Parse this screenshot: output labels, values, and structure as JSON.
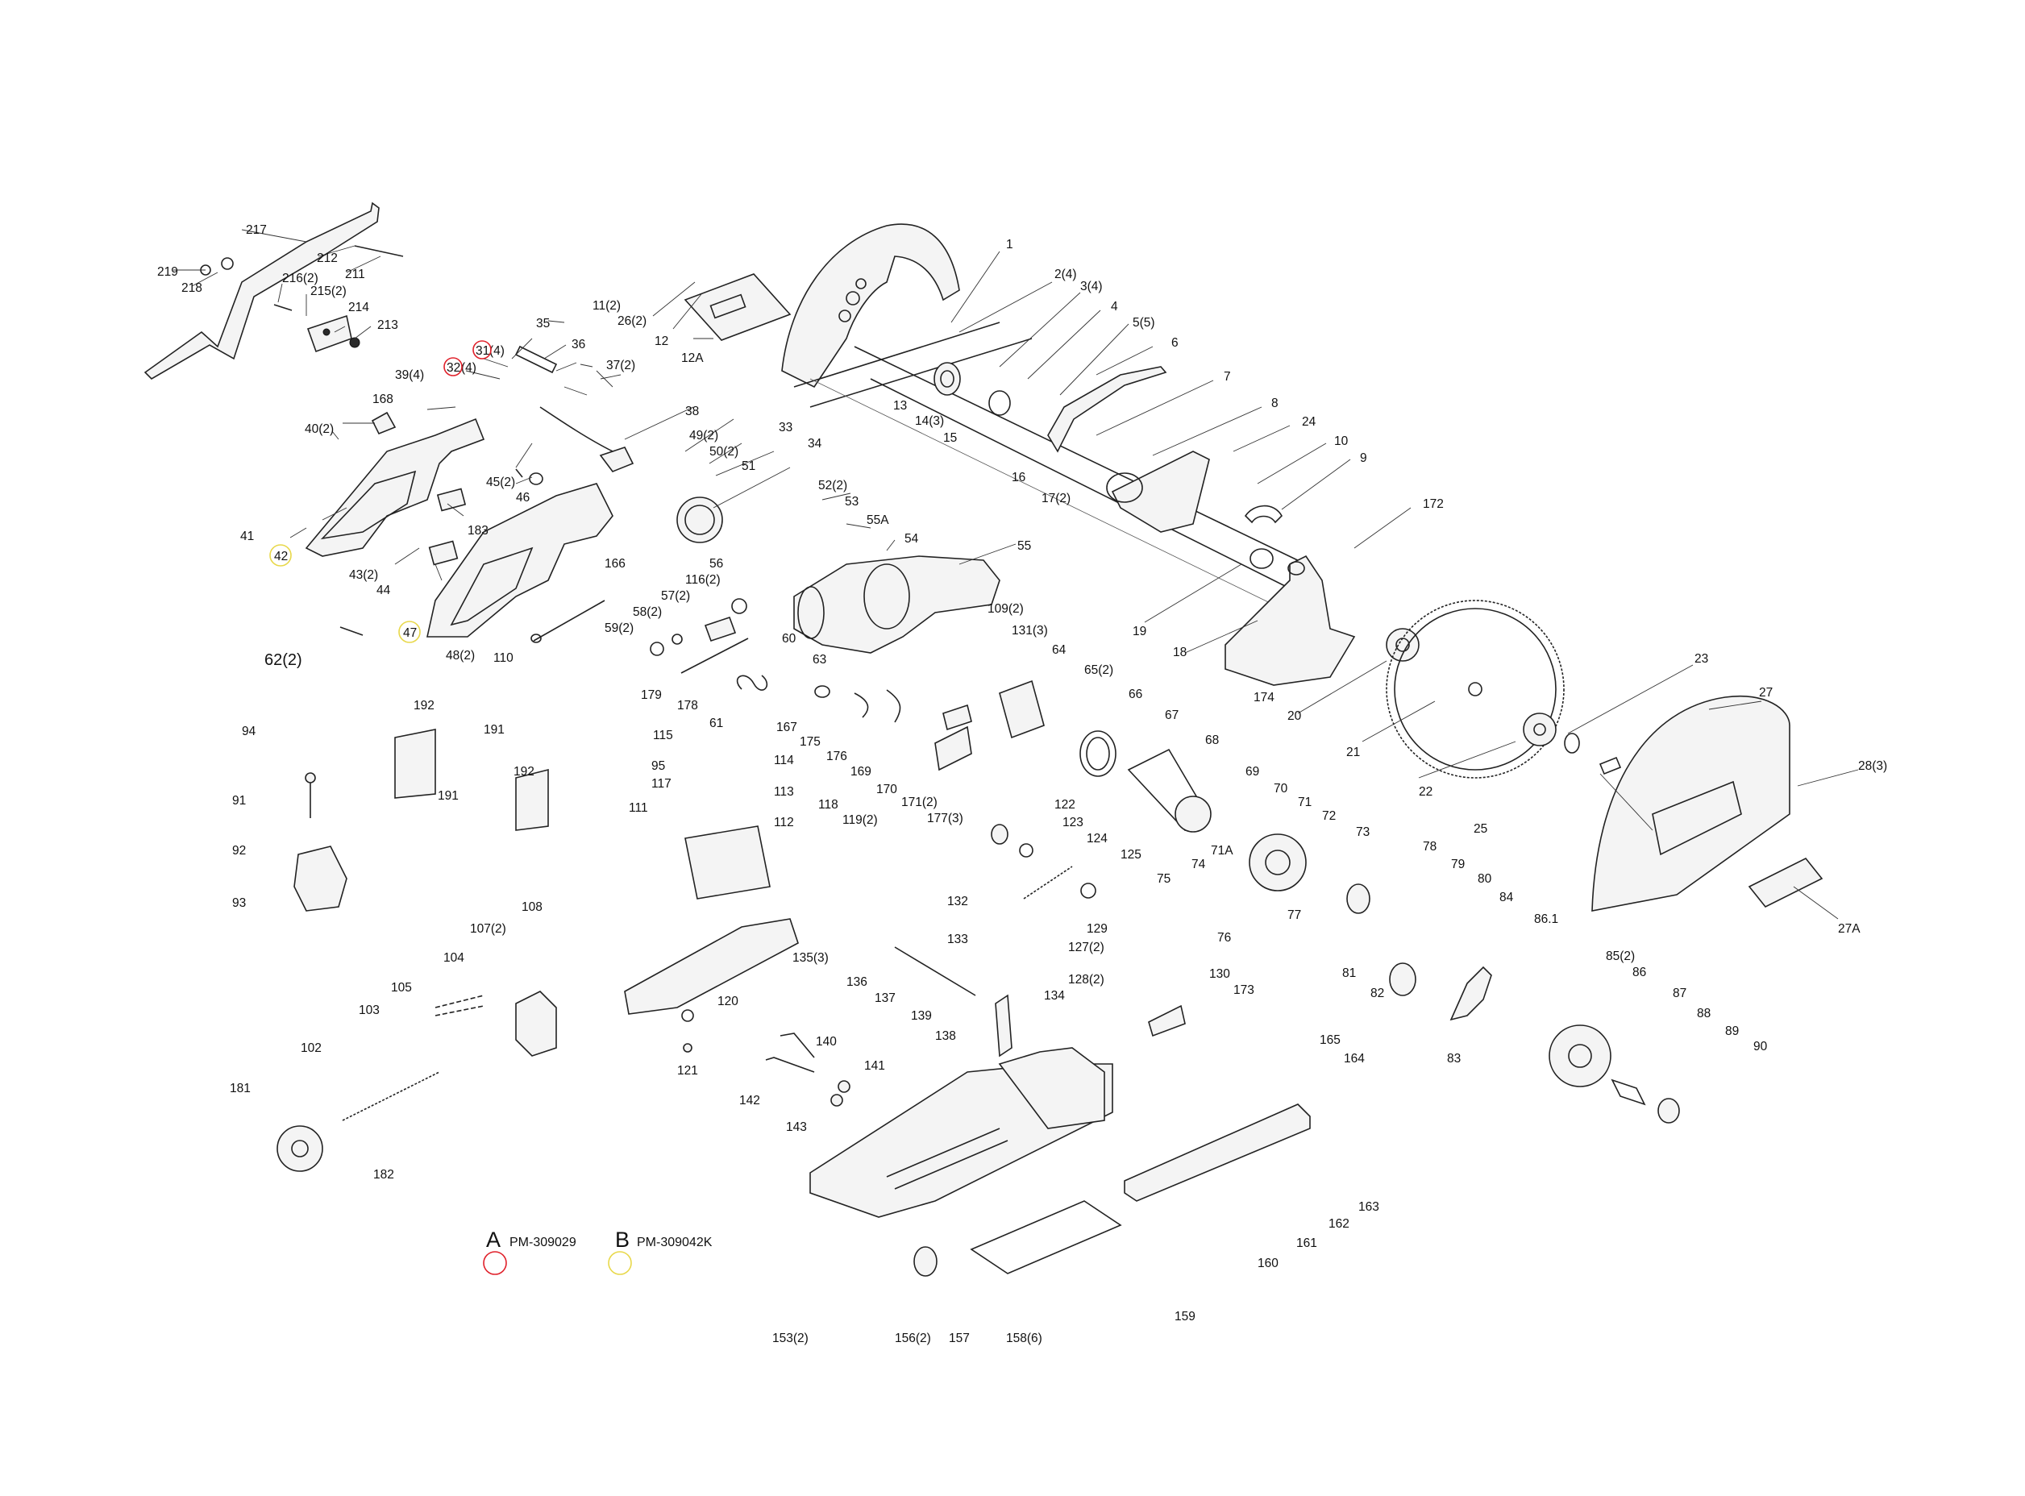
{
  "labels": {
    "p1": "1",
    "p2": "2(4)",
    "p3": "3(4)",
    "p4": "4",
    "p5": "5(5)",
    "p6": "6",
    "p7": "7",
    "p8": "8",
    "p9": "9",
    "p10": "10",
    "p11": "11(2)",
    "p12": "12",
    "p12a": "12A",
    "p13": "13",
    "p14": "14(3)",
    "p15": "15",
    "p16": "16",
    "p17": "17(2)",
    "p18": "18",
    "p19": "19",
    "p20": "20",
    "p21": "21",
    "p22": "22",
    "p23": "23",
    "p24": "24",
    "p25": "25",
    "p26": "26(2)",
    "p27": "27",
    "p27a": "27A",
    "p28": "28(3)",
    "p31": "31",
    "p31q": "(4)",
    "p32": "32",
    "p32q": "(4)",
    "p33": "33",
    "p34": "34",
    "p35": "35",
    "p36": "36",
    "p37": "37(2)",
    "p38": "38",
    "p39": "39(4)",
    "p40": "40(2)",
    "p41": "41",
    "p42": "42",
    "p43": "43(2)",
    "p44": "44",
    "p45": "45(2)",
    "p46": "46",
    "p47": "47",
    "p48": "48(2)",
    "p49": "49(2)",
    "p50": "50(2)",
    "p51": "51",
    "p52": "52(2)",
    "p53": "53",
    "p54": "54",
    "p55": "55",
    "p55a": "55A",
    "p56": "56",
    "p57": "57(2)",
    "p58": "58(2)",
    "p59": "59(2)",
    "p60": "60",
    "p61": "61",
    "p62": "62(2)",
    "p63": "63",
    "p64": "64",
    "p65": "65(2)",
    "p66": "66",
    "p67": "67",
    "p68": "68",
    "p69": "69",
    "p70": "70",
    "p71": "71",
    "p71a": "71A",
    "p72": "72",
    "p73": "73",
    "p74": "74",
    "p75": "75",
    "p76": "76",
    "p77": "77",
    "p78": "78",
    "p79": "79",
    "p80": "80",
    "p81": "81",
    "p82": "82",
    "p83": "83",
    "p84": "84",
    "p85": "85(2)",
    "p86": "86",
    "p861": "86.1",
    "p87": "87",
    "p88": "88",
    "p89": "89",
    "p90": "90",
    "p91": "91",
    "p92": "92",
    "p93": "93",
    "p94": "94",
    "p95": "95",
    "p102": "102",
    "p103": "103",
    "p104": "104",
    "p105": "105",
    "p107": "107(2)",
    "p108": "108",
    "p109": "109(2)",
    "p110": "110",
    "p111": "111",
    "p112": "112",
    "p113": "113",
    "p114": "114",
    "p115": "115",
    "p116": "116(2)",
    "p117": "117",
    "p118": "118",
    "p119": "119(2)",
    "p120": "120",
    "p121": "121",
    "p122": "122",
    "p123": "123",
    "p124": "124",
    "p125": "125",
    "p127": "127(2)",
    "p128": "128(2)",
    "p129": "129",
    "p130": "130",
    "p131": "131(3)",
    "p132": "132",
    "p133": "133",
    "p134": "134",
    "p135": "135(3)",
    "p136": "136",
    "p137": "137",
    "p138": "138",
    "p139": "139",
    "p140": "140",
    "p141": "141",
    "p142": "142",
    "p143": "143",
    "p153": "153(2)",
    "p156": "156(2)",
    "p157": "157",
    "p158": "158(6)",
    "p159": "159",
    "p160": "160",
    "p161": "161",
    "p162": "162",
    "p163": "163",
    "p164": "164",
    "p165": "165",
    "p166": "166",
    "p167": "167",
    "p168": "168",
    "p169": "169",
    "p170": "170",
    "p171": "171(2)",
    "p172": "172",
    "p173": "173",
    "p174": "174",
    "p175": "175",
    "p176": "176",
    "p177": "177(3)",
    "p178": "178",
    "p179": "179",
    "p181": "181",
    "p182": "182",
    "p183": "183",
    "p191a": "191",
    "p191b": "191",
    "p192a": "192",
    "p192b": "192",
    "p211": "211",
    "p212": "212",
    "p213": "213",
    "p214": "214",
    "p215": "215(2)",
    "p216": "216(2)",
    "p217": "217",
    "p218": "218",
    "p219": "219"
  },
  "legend": {
    "a_letter": "A",
    "a_code": "PM-309029",
    "a_color": "#e0202a",
    "b_letter": "B",
    "b_code": "PM-309042K",
    "b_color": "#e8d84a"
  },
  "colors": {
    "line": "#222222",
    "background": "#ffffff"
  }
}
